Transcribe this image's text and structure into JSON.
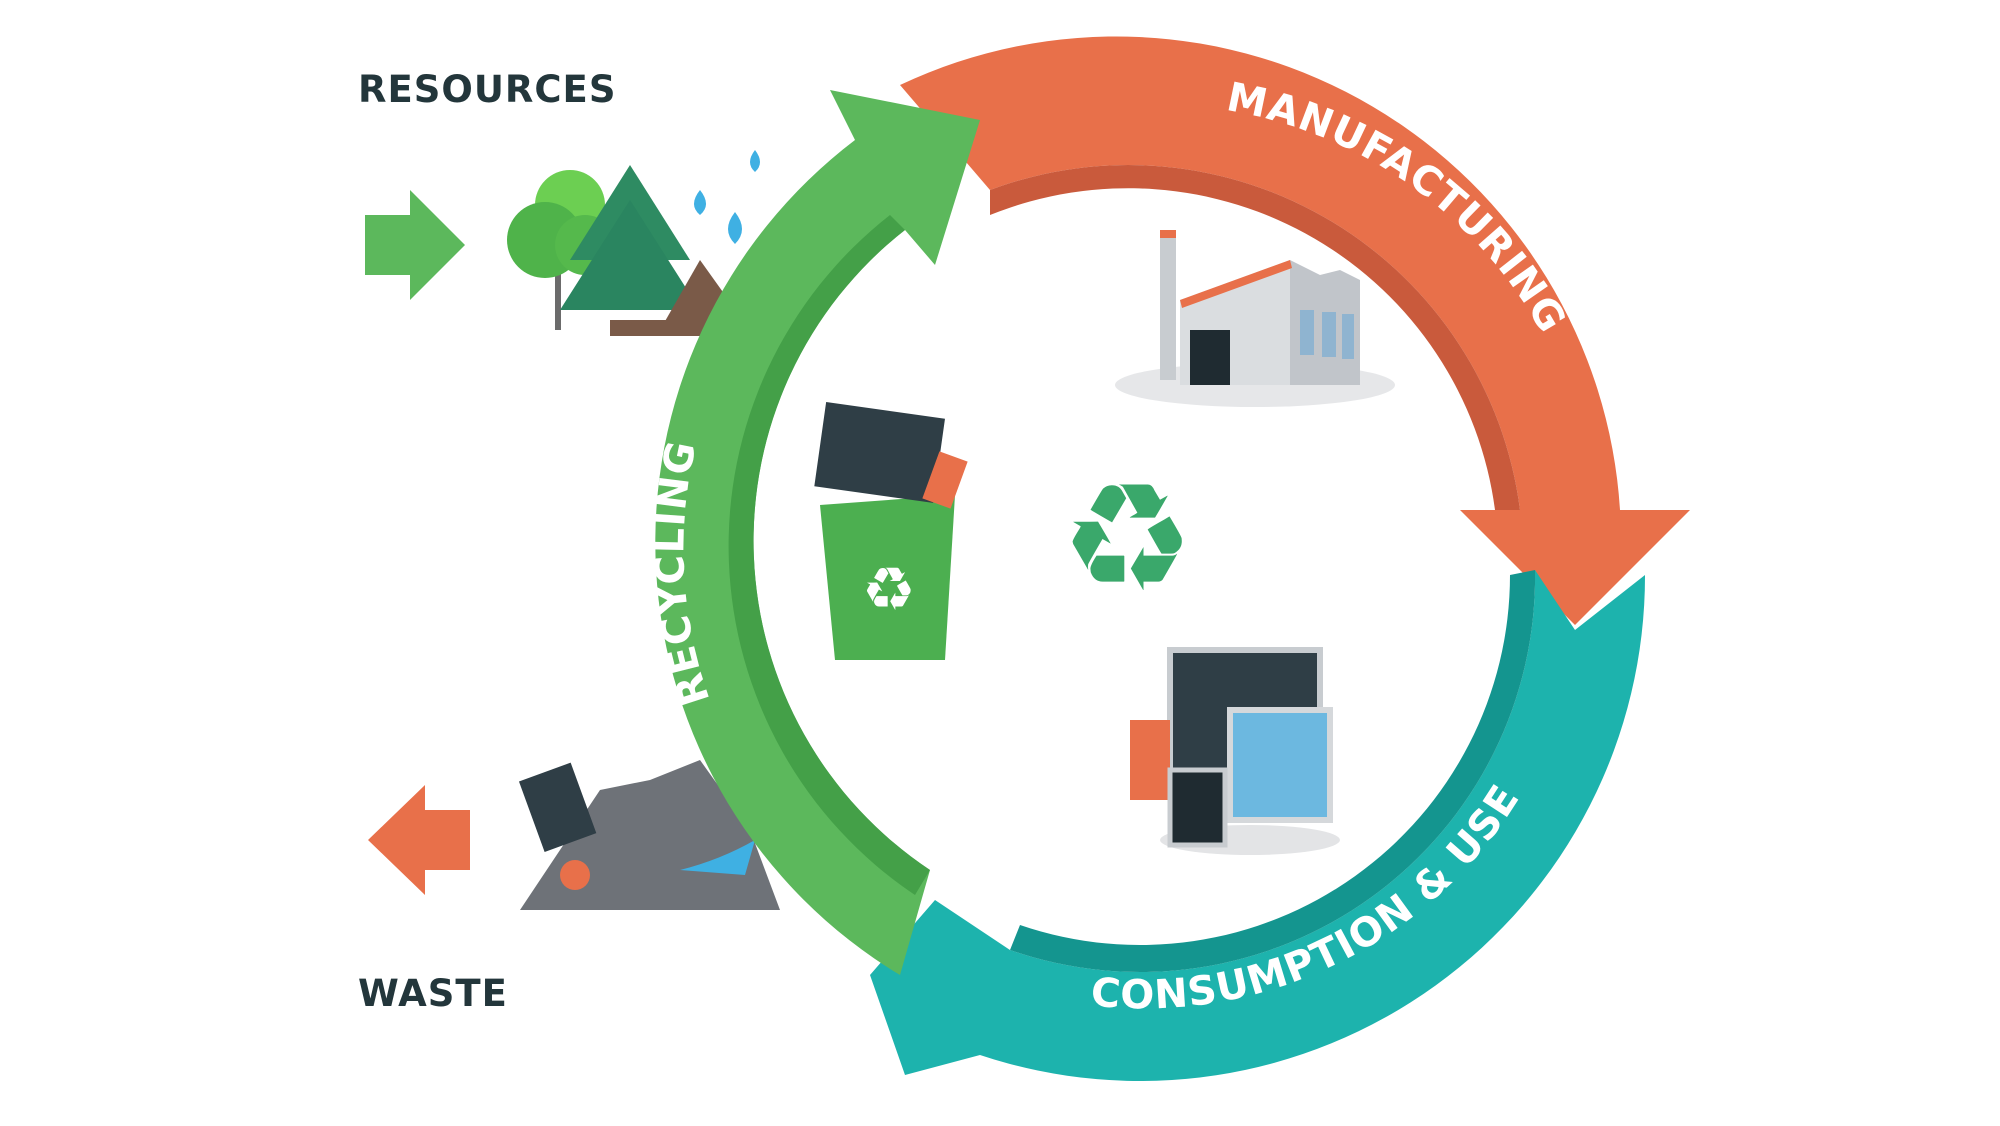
{
  "title": "Circular economy cycle",
  "labels": {
    "resources": "RESOURCES",
    "waste": "WASTE"
  },
  "stages": [
    {
      "id": "manufacturing",
      "label": "MANUFACTURING",
      "color": "#e8704a",
      "shade": "#c95a3c",
      "icon": "factory-icon"
    },
    {
      "id": "consumption",
      "label": "CONSUMPTION & USE",
      "color": "#1db3ad",
      "shade": "#14958f",
      "icon": "devices-icon"
    },
    {
      "id": "recycling",
      "label": "RECYCLING",
      "color": "#5cb85c",
      "shade": "#44a048",
      "icon": "recycling-bin-icon"
    }
  ],
  "arrows": {
    "resources_in": {
      "direction": "right",
      "color": "#5cb85c"
    },
    "waste_out": {
      "direction": "left",
      "color": "#e8704a"
    }
  },
  "colors": {
    "text_dark": "#23363b",
    "water": "#3fb0e3",
    "tree_light": "#5cbf4a",
    "tree_dark": "#2e8b62",
    "soil": "#7a5a48",
    "grey": "#8a8f96"
  }
}
